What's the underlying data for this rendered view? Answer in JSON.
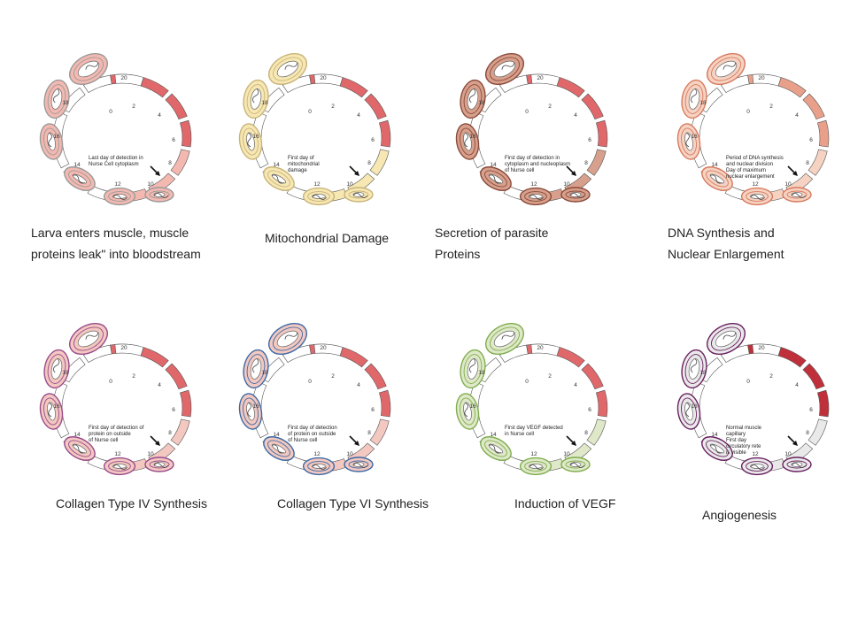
{
  "panels": [
    {
      "id": "larva-entry",
      "caption_lines": [
        "Larva enters muscle, muscle",
        " proteins leak\" into bloodstream"
      ],
      "annotations": [
        "Last day of detection in",
        "Nurse Cell cytoplasm"
      ],
      "day_labels": [
        "0",
        "2",
        "4",
        "6",
        "8",
        "10",
        "12",
        "14",
        "16",
        "18",
        "20"
      ],
      "colors": {
        "highlight": "#e0686a",
        "fill": "#f3b9b1",
        "stage": "#9a9a9a"
      }
    },
    {
      "id": "mitochondrial",
      "caption_lines": [
        "Mitochondrial Damage"
      ],
      "annotations": [
        "First day of",
        "mitochondrial",
        "damage"
      ],
      "day_labels": [
        "0",
        "2",
        "4",
        "6",
        "8",
        "10",
        "12",
        "14",
        "16",
        "18",
        "20"
      ],
      "colors": {
        "highlight": "#e0686a",
        "fill": "#f6e7b3",
        "stage": "#c9b47a"
      }
    },
    {
      "id": "secretion",
      "caption_lines": [
        "Secretion of parasite",
        "Proteins"
      ],
      "annotations": [
        "First day of detection in",
        "cytoplasm and nucleoplasm",
        "of Nurse cell"
      ],
      "day_labels": [
        "0",
        "2",
        "4",
        "6",
        "8",
        "10",
        "12",
        "14",
        "16",
        "18",
        "20"
      ],
      "colors": {
        "highlight": "#e0686a",
        "fill": "#d7a08c",
        "stage": "#8b4a3a"
      }
    },
    {
      "id": "dna-synthesis",
      "caption_lines": [
        "DNA Synthesis and",
        "Nuclear Enlargement"
      ],
      "annotations": [
        "Period of DNA synthesis",
        "and nuclear division",
        "Day of maximum",
        "nuclear enlargement"
      ],
      "day_labels": [
        "0",
        "2",
        "4",
        "6",
        "8",
        "10",
        "12",
        "14",
        "16",
        "18",
        "20"
      ],
      "colors": {
        "highlight": "#e9a08a",
        "fill": "#f5d2c2",
        "stage": "#d87a5e"
      }
    },
    {
      "id": "collagen-iv",
      "caption_lines": [
        "Collagen Type IV Synthesis"
      ],
      "annotations": [
        "First day of detection of",
        "protein on outside",
        "of Nurse cell"
      ],
      "day_labels": [
        "0",
        "2",
        "4",
        "6",
        "8",
        "10",
        "12",
        "14",
        "16",
        "18",
        "20"
      ],
      "colors": {
        "highlight": "#e0686a",
        "fill": "#f2c8c0",
        "stage": "#9a4b8c"
      }
    },
    {
      "id": "collagen-vi",
      "caption_lines": [
        "Collagen Type VI Synthesis"
      ],
      "annotations": [
        "First day of detection",
        "of protein on outside",
        "of Nurse cell"
      ],
      "day_labels": [
        "0",
        "2",
        "4",
        "6",
        "8",
        "10",
        "12",
        "14",
        "16",
        "18",
        "20"
      ],
      "colors": {
        "highlight": "#e0686a",
        "fill": "#f2c8c0",
        "stage": "#3d6aa6"
      }
    },
    {
      "id": "vegf",
      "caption_lines": [
        "Induction of VEGF"
      ],
      "annotations": [
        "First day VEGF detected",
        "in Nurse cell"
      ],
      "day_labels": [
        "0",
        "2",
        "4",
        "6",
        "8",
        "10",
        "12",
        "14",
        "16",
        "18",
        "20"
      ],
      "colors": {
        "highlight": "#e0686a",
        "fill": "#dfe8c8",
        "stage": "#7fae4e"
      }
    },
    {
      "id": "angiogenesis",
      "caption_lines": [
        "Angiogenesis"
      ],
      "annotations": [
        "Normal muscle",
        "capillary",
        "First day",
        "circulatory rete",
        "is visible"
      ],
      "day_labels": [
        "0",
        "2",
        "4",
        "6",
        "8",
        "10",
        "12",
        "14",
        "16",
        "18",
        "20"
      ],
      "colors": {
        "highlight": "#c0303a",
        "fill": "#e9e9e9",
        "stage": "#6a2060"
      }
    }
  ]
}
